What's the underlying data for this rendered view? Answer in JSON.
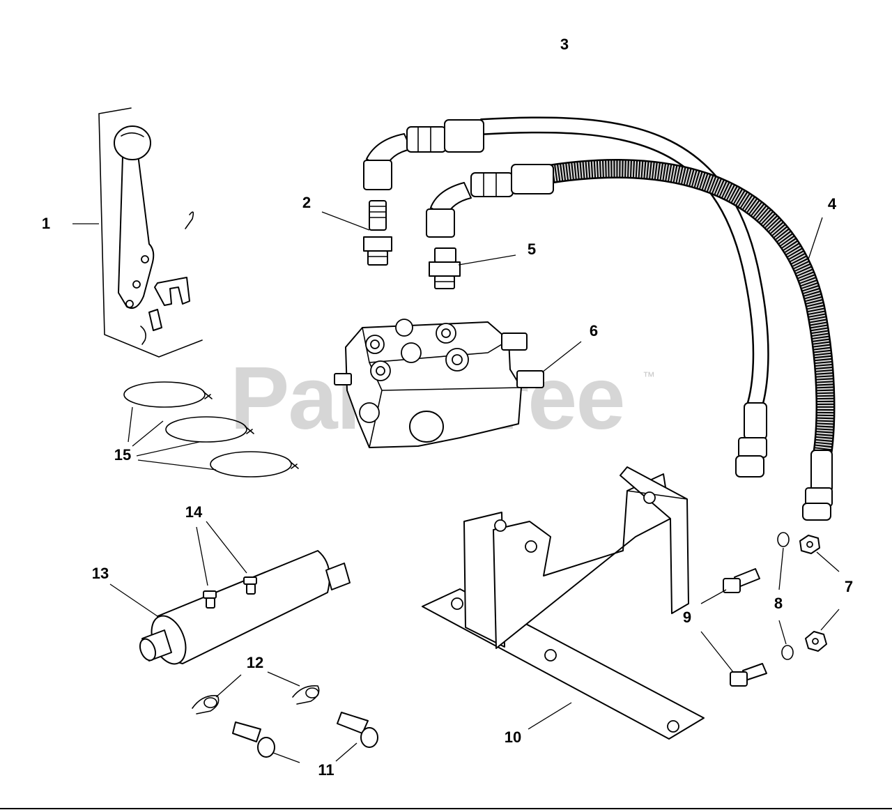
{
  "diagram": {
    "page_number": "3",
    "watermark": "PartsTree",
    "trademark": "™",
    "callouts": [
      "1",
      "2",
      "4",
      "5",
      "6",
      "7",
      "8",
      "9",
      "10",
      "11",
      "12",
      "13",
      "14",
      "15"
    ],
    "parts": [
      "control-lever",
      "hose-adapter",
      "hydraulic-hose",
      "hose-adapter",
      "control-valve",
      "hex-nut",
      "lock-washer",
      "hex-bolt",
      "mounting-bracket",
      "clevis-pin",
      "hitch-pin-clip",
      "hydraulic-cylinder",
      "grease-fitting",
      "cable-tie"
    ]
  }
}
